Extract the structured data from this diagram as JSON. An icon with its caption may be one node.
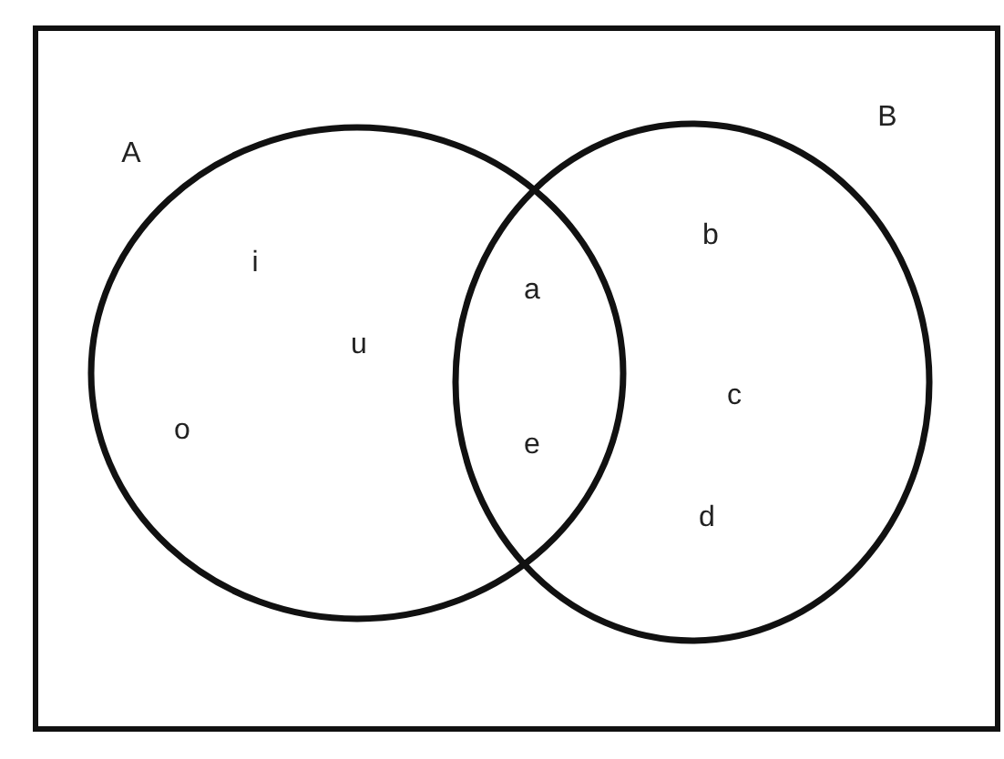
{
  "diagram": {
    "nodes": [
      {
        "text": [],
        "shape": "box"
      },
      {
        "text": [
          "A"
        ],
        "in": 0
      },
      {
        "text": [
          "B"
        ],
        "in": 0
      }
    ],
    "labels": [
      "b",
      "i",
      "a",
      "u",
      "c",
      "o",
      "e",
      "d"
    ]
  }
}
